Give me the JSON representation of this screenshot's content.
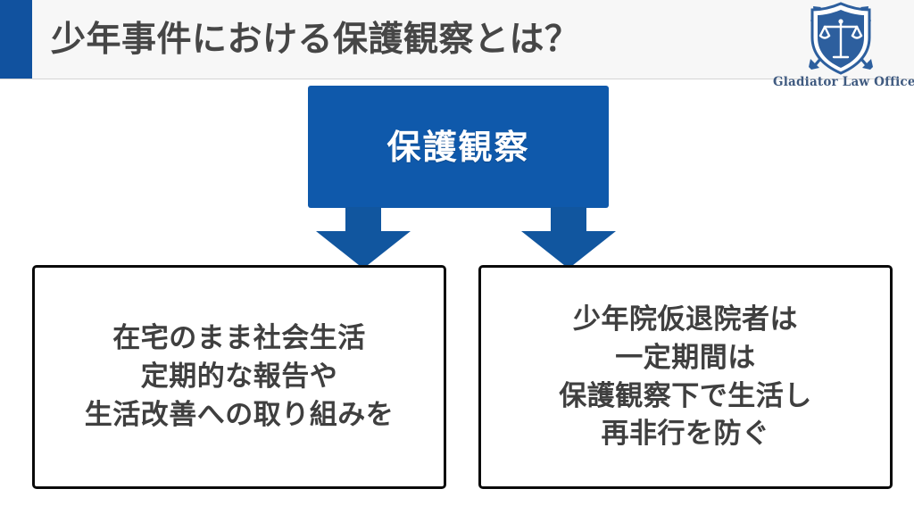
{
  "slide": {
    "background_color": "#ffffff",
    "accent_color": "#11529f",
    "node_color": "#0f59ab",
    "text_color": "#3f3f3f"
  },
  "header": {
    "title": "少年事件における保護観察とは？",
    "background_color": "#f7f7f7",
    "accent_bar_color": "#11529f",
    "rule_color": "#d5d5d5"
  },
  "logo": {
    "icon_name": "shield-scales-swords-icon",
    "text": "Gladiator Law Office",
    "text_color": "#3f5a80",
    "shield_color": "#2d5f9e"
  },
  "diagram": {
    "root": {
      "label": "保護観察",
      "fill_color": "#0f59ab",
      "text_color": "#ffffff"
    },
    "connectors": [
      {
        "name": "arrow-to-left-box",
        "direction": "down",
        "color": "#11569f"
      },
      {
        "name": "arrow-to-right-box",
        "direction": "down",
        "color": "#11569f"
      }
    ],
    "outcomes": [
      {
        "id": "home-social-life",
        "border_color": "#0a0a0a",
        "lines": [
          "在宅のまま社会生活",
          "定期的な報告や",
          "生活改善への取り組みを"
        ]
      },
      {
        "id": "juvenile-training-school-release",
        "border_color": "#0a0a0a",
        "lines": [
          "少年院仮退院者は",
          "一定期間は",
          "保護観察下で生活し",
          "再非行を防ぐ"
        ]
      }
    ]
  }
}
